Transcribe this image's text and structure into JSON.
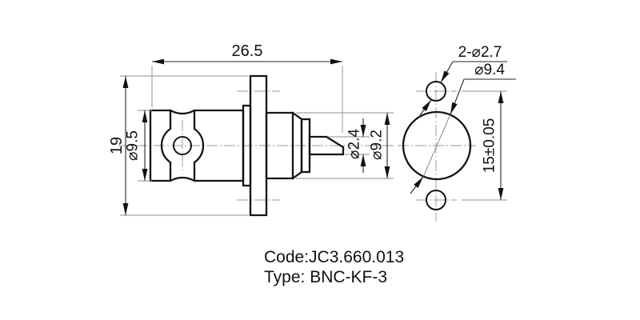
{
  "drawing": {
    "kind": "engineering-drawing",
    "subject": "BNC bulkhead connector, two views",
    "side_view": {
      "name": "connector side view",
      "dims": {
        "overall_length": "26.5",
        "flange_height": "19",
        "body_diameter": "⌀9.5",
        "contact_diameter": "⌀2.4",
        "rear_body_diameter": "⌀9.2"
      }
    },
    "front_view": {
      "name": "mounting flange front view",
      "dims": {
        "mounting_holes": "2-⌀2.7",
        "panel_cutout": "⌀9.4",
        "hole_spacing": "15±0.05"
      }
    },
    "title_block": {
      "code": "Code:JC3.660.013",
      "type": "Type: BNC-KF-3"
    },
    "colors": {
      "outline": "#141414",
      "dimension": "#232323",
      "thin_line": "#8c8c8c",
      "background": "#ffffff"
    }
  }
}
